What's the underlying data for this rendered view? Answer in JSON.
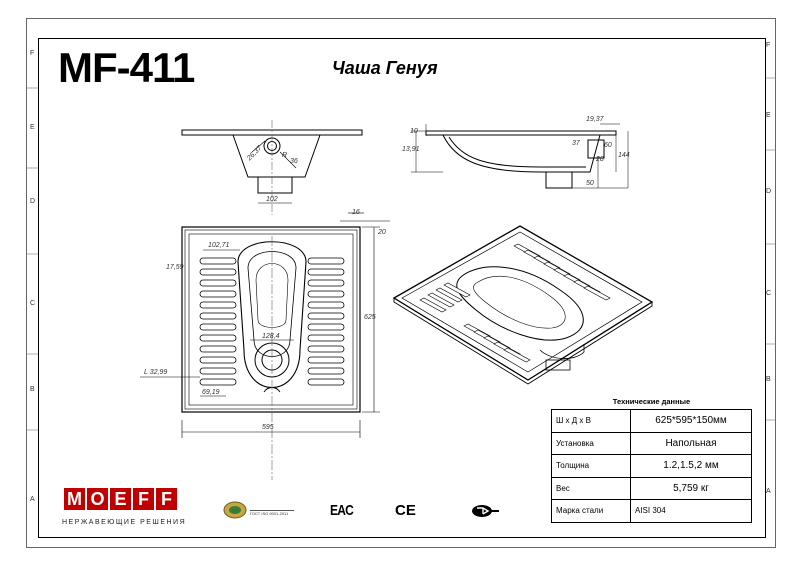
{
  "header": {
    "model": "MF-411",
    "title": "Чаша Генуя"
  },
  "zones": {
    "left": [
      "F",
      "E",
      "D",
      "C",
      "B",
      "A"
    ],
    "right": [
      "F",
      "E",
      "D",
      "C",
      "B",
      "A"
    ]
  },
  "dimensions": {
    "front_d1": "26,37",
    "front_d2": "R",
    "front_d3": "36",
    "front_base": "102",
    "side_19": "19,37",
    "side_37": "37",
    "side_60": "60",
    "side_144": "144",
    "side_50": "50",
    "side_28": "28",
    "side_10": "10",
    "side_13": "13,91",
    "top_16": "16",
    "top_20": "20",
    "top_102": "102,71",
    "top_17": "17,59",
    "top_625": "625",
    "top_128": "128,4",
    "top_32": "L 32,99",
    "top_69": "69,19",
    "top_595": "595"
  },
  "specs": {
    "header": "Технические данные",
    "rows": [
      {
        "key": "Ш х Д х В",
        "value": "625*595*150мм"
      },
      {
        "key": "Установка",
        "value": "Напольная"
      },
      {
        "key": "Толщина",
        "value": "1.2,1.5,2 мм"
      },
      {
        "key": "Вес",
        "value": "5,759 кг"
      },
      {
        "key": "Марка стали",
        "value": "AISI 304"
      }
    ]
  },
  "brand": {
    "letters": [
      "M",
      "O",
      "E",
      "F",
      "F"
    ],
    "tagline": "НЕРЖАВЕЮЩИЕ РЕШЕНИЯ"
  },
  "certs": {
    "iso": "ГОСТ ISO 9001-2011",
    "eac": "EAC",
    "ce": "CE"
  },
  "colors": {
    "brand_red": "#c00000"
  }
}
